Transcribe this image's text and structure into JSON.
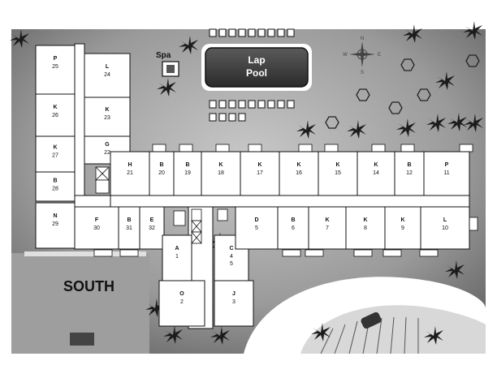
{
  "labels": {
    "pool_line1": "Lap",
    "pool_line2": "Pool",
    "spa": "Spa",
    "south": "SOUTH"
  },
  "compass": {
    "n": "N",
    "s": "S",
    "e": "E",
    "w": "W"
  },
  "units": [
    {
      "id": "25",
      "type": "P",
      "num": "25"
    },
    {
      "id": "26",
      "type": "K",
      "num": "26"
    },
    {
      "id": "27",
      "type": "K",
      "num": "27"
    },
    {
      "id": "28",
      "type": "B",
      "num": "28"
    },
    {
      "id": "29",
      "type": "N",
      "num": "29"
    },
    {
      "id": "24",
      "type": "L",
      "num": "24"
    },
    {
      "id": "23",
      "type": "K",
      "num": "23"
    },
    {
      "id": "22",
      "type": "G",
      "num": "22"
    },
    {
      "id": "21",
      "type": "H",
      "num": "21"
    },
    {
      "id": "20",
      "type": "B",
      "num": "20"
    },
    {
      "id": "19",
      "type": "B",
      "num": "19"
    },
    {
      "id": "18",
      "type": "K",
      "num": "18"
    },
    {
      "id": "17",
      "type": "K",
      "num": "17"
    },
    {
      "id": "16",
      "type": "K",
      "num": "16"
    },
    {
      "id": "15",
      "type": "K",
      "num": "15"
    },
    {
      "id": "14",
      "type": "K",
      "num": "14"
    },
    {
      "id": "12",
      "type": "B",
      "num": "12"
    },
    {
      "id": "11",
      "type": "P",
      "num": "11"
    },
    {
      "id": "30",
      "type": "F",
      "num": "30"
    },
    {
      "id": "31",
      "type": "B",
      "num": "31"
    },
    {
      "id": "32",
      "type": "E",
      "num": "32"
    },
    {
      "id": "1",
      "type": "A",
      "num": "1"
    },
    {
      "id": "2",
      "type": "O",
      "num": "2"
    },
    {
      "id": "45",
      "type": "C",
      "num": "4\n5"
    },
    {
      "id": "3",
      "type": "J",
      "num": "3"
    },
    {
      "id": "5",
      "type": "D",
      "num": "5"
    },
    {
      "id": "6",
      "type": "B",
      "num": "6"
    },
    {
      "id": "7",
      "type": "K",
      "num": "7"
    },
    {
      "id": "8",
      "type": "K",
      "num": "8"
    },
    {
      "id": "9",
      "type": "K",
      "num": "9"
    },
    {
      "id": "10",
      "type": "L",
      "num": "10"
    }
  ]
}
